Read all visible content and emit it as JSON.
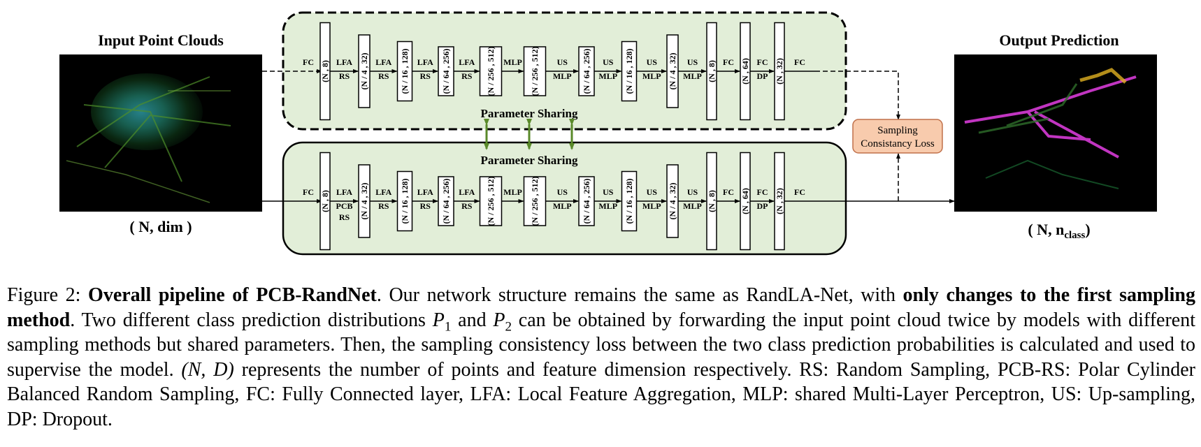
{
  "figure": {
    "input_title": "Input Point Clouds",
    "input_dim": "( N, dim )",
    "output_title": "Output Prediction",
    "output_dim_prefix": "( N, n",
    "output_dim_sub": "class",
    "output_dim_suffix": ")",
    "param_sharing_top": "Parameter Sharing",
    "param_sharing_bottom": "Parameter Sharing",
    "loss_line1": "Sampling",
    "loss_line2": "Consistancy Loss",
    "layer_dims": [
      "(N , 8)",
      "(N / 4 , 32)",
      "(N / 16 , 128)",
      "(N / 64 , 256)",
      "(N / 256 , 512)",
      "(N / 256 , 512)",
      "(N / 64 , 256)",
      "(N / 16 , 128)",
      "(N / 4 , 32)",
      "(N , 8)",
      "(N , 64)",
      "(N , 32)"
    ],
    "ops_top": [
      [
        "FC"
      ],
      [
        "LFA",
        "RS"
      ],
      [
        "LFA",
        "RS"
      ],
      [
        "LFA",
        "RS"
      ],
      [
        "LFA",
        "RS"
      ],
      [
        "MLP"
      ],
      [
        "US",
        "MLP"
      ],
      [
        "US",
        "MLP"
      ],
      [
        "US",
        "MLP"
      ],
      [
        "US",
        "MLP"
      ],
      [
        "FC"
      ],
      [
        "FC",
        "DP"
      ],
      [
        "FC"
      ]
    ],
    "ops_bottom": [
      [
        "FC"
      ],
      [
        "LFA",
        "PCB",
        "RS"
      ],
      [
        "LFA",
        "RS"
      ],
      [
        "LFA",
        "RS"
      ],
      [
        "LFA",
        "RS"
      ],
      [
        "MLP"
      ],
      [
        "US",
        "MLP"
      ],
      [
        "US",
        "MLP"
      ],
      [
        "US",
        "MLP"
      ],
      [
        "US",
        "MLP"
      ],
      [
        "FC"
      ],
      [
        "FC",
        "DP"
      ],
      [
        "FC"
      ]
    ],
    "colors": {
      "block_fill": "#e2eed8",
      "share_arrow": "#5a8a2a",
      "loss_fill": "#f8cbad",
      "loss_border": "#c0704a"
    }
  },
  "caption": {
    "label": "Figure 2: ",
    "title": "Overall pipeline of PCB-RandNet",
    "t1": ". Our network structure remains the same as RandLA-Net, with ",
    "bold2": "only changes to the first sampling method",
    "t2": ". Two different class prediction distributions ",
    "p1": "P",
    "p1_sub": "1",
    "t3": " and ",
    "p2": "P",
    "p2_sub": "2",
    "t4": " can be obtained by forwarding the input point cloud twice by models with different sampling methods but shared parameters. Then, the sampling consistency loss between the two class prediction probabilities is calculated and used to supervise the model. ",
    "nd": "(N, D)",
    "t5": " represents the number of points and feature dimension respectively. RS: Random Sampling, PCB-RS: Polar Cylinder Balanced Random Sampling, FC: Fully Connected layer, LFA: Local Feature Aggregation, MLP: shared Multi-Layer Perceptron, US: Up-sampling, DP: Dropout."
  }
}
